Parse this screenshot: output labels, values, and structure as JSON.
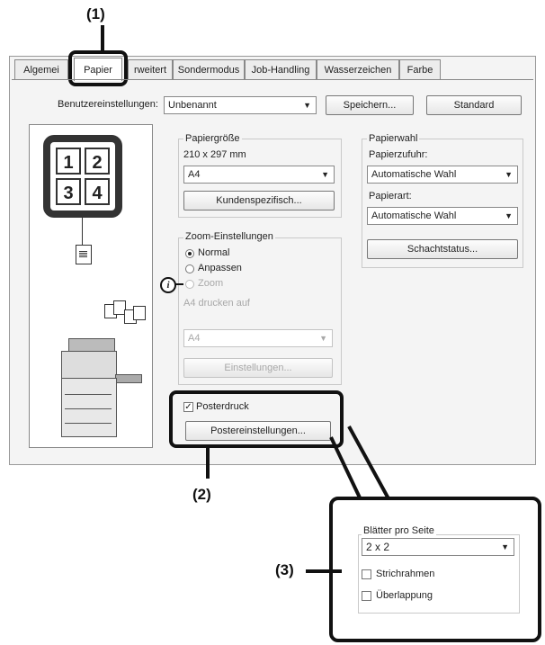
{
  "callouts": {
    "c1": "(1)",
    "c2": "(2)",
    "c3": "(3)"
  },
  "tabs": [
    {
      "label": "Algemei"
    },
    {
      "label": "Papier"
    },
    {
      "label": "rweitert"
    },
    {
      "label": "Sondermodus"
    },
    {
      "label": "Job-Handling"
    },
    {
      "label": "Wasserzeichen"
    },
    {
      "label": "Farbe"
    }
  ],
  "settings": {
    "label": "Benutzereinstellungen:",
    "value": "Unbenannt",
    "save_label": "Speichern...",
    "default_label": "Standard"
  },
  "preview": {
    "grid": [
      "1",
      "2",
      "3",
      "4"
    ]
  },
  "paper_size": {
    "title": "Papiergröße",
    "dims": "210 x 297 mm",
    "value": "A4",
    "custom_label": "Kundenspezifisch..."
  },
  "paper_select": {
    "title": "Papierwahl",
    "source_label": "Papierzufuhr:",
    "source_value": "Automatische Wahl",
    "type_label": "Papierart:",
    "type_value": "Automatische Wahl",
    "tray_status_label": "Schachtstatus..."
  },
  "zoom": {
    "title": "Zoom-Einstellungen",
    "options": [
      "Normal",
      "Anpassen",
      "Zoom"
    ],
    "print_on_label": "A4 drucken auf",
    "print_on_value": "A4",
    "settings_label": "Einstellungen..."
  },
  "poster": {
    "checkbox_label": "Posterdruck",
    "settings_button": "Postereinstellungen..."
  },
  "popup": {
    "group_title": "Blätter pro Seite",
    "value": "2 x 2",
    "options": [
      "Strichrahmen",
      "Überlappung"
    ]
  }
}
